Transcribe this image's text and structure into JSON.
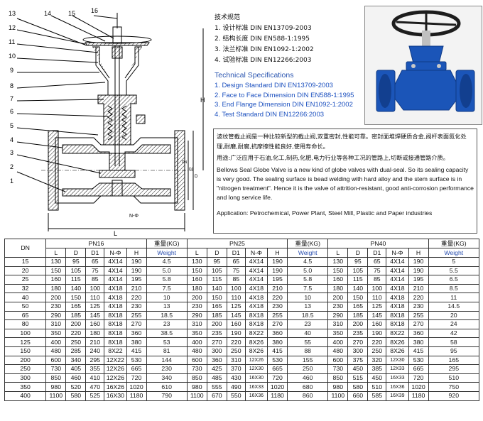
{
  "drawing": {
    "numbers": [
      "13",
      "14",
      "15",
      "16",
      "12",
      "11",
      "10",
      "9",
      "8",
      "7",
      "6",
      "5",
      "4",
      "3",
      "2",
      "1"
    ],
    "h_label": "H",
    "l_label": "L",
    "d_labels": [
      "D",
      "D1",
      "DN"
    ],
    "flange_label": "N-Φ"
  },
  "spec_cn": {
    "title": "技术规范",
    "items": [
      "1. 设计标准 DIN EN13709-2003",
      "2. 结构长度 DIN EN588-1:1995",
      "3. 法兰标准 DIN EN1092-1:2002",
      "4. 试验标准 DIN EN12266:2003"
    ]
  },
  "spec_en": {
    "title": "Technical Specifications",
    "items": [
      "1.  Design Standard DIN EN13709-2003",
      "2.  Face to Face Dimension DIN EN588-1:1995",
      "3.  End Flange Dimension DIN EN1092-1:2002",
      "4.  Test Standard DIN EN12266:2003"
    ]
  },
  "description": {
    "cn_1": "波纹管截止阀是一种比较新型的截止阀,双重密封,性能可靠。密封面堆焊硬质合金,阀杆表面氮化处理,耐磨,耐腐,抗摩擦性能良好,使用寿命长。",
    "cn_2": "用途:广泛应用于石油,化工,制药,化肥,电力行业等各种工况的管路上,切断或接通管路介质。",
    "en_1": "Bellows Seal Globe Valve is a new kind of globe valves with dual-seal. So its sealing capacity is very good. The sealing surface is bead welding with hard alloy and the stem surface is in \"nitrogen treatment\". Hence it is the valve of attrition-resistant, good anti-corrosion performance and long service life.",
    "en_2": "Application: Petrochemical, Power Plant, Steel Mill, Plastic and Paper industries"
  },
  "table": {
    "dn_label": "DN",
    "groups": [
      "PN16",
      "PN25",
      "PN40"
    ],
    "weight_cn": "重量(KG)",
    "weight_en": "Weight",
    "cols": [
      "L",
      "D",
      "D1",
      "N-Φ",
      "H"
    ],
    "rows": [
      {
        "dn": "15",
        "pn16": [
          "130",
          "95",
          "65",
          "4X14",
          "190"
        ],
        "w16": "4.5",
        "pn25": [
          "130",
          "95",
          "65",
          "4X14",
          "190"
        ],
        "w25": "4.5",
        "pn40": [
          "130",
          "95",
          "65",
          "4X14",
          "190"
        ],
        "w40": "5"
      },
      {
        "dn": "20",
        "pn16": [
          "150",
          "105",
          "75",
          "4X14",
          "190"
        ],
        "w16": "5.0",
        "pn25": [
          "150",
          "105",
          "75",
          "4X14",
          "190"
        ],
        "w25": "5.0",
        "pn40": [
          "150",
          "105",
          "75",
          "4X14",
          "190"
        ],
        "w40": "5.5"
      },
      {
        "dn": "25",
        "pn16": [
          "160",
          "115",
          "85",
          "4X14",
          "195"
        ],
        "w16": "5.8",
        "pn25": [
          "160",
          "115",
          "85",
          "4X14",
          "195"
        ],
        "w25": "5.8",
        "pn40": [
          "160",
          "115",
          "85",
          "4X14",
          "195"
        ],
        "w40": "6.5"
      },
      {
        "dn": "32",
        "pn16": [
          "180",
          "140",
          "100",
          "4X18",
          "210"
        ],
        "w16": "7.5",
        "pn25": [
          "180",
          "140",
          "100",
          "4X18",
          "210"
        ],
        "w25": "7.5",
        "pn40": [
          "180",
          "140",
          "100",
          "4X18",
          "210"
        ],
        "w40": "8.5"
      },
      {
        "dn": "40",
        "pn16": [
          "200",
          "150",
          "110",
          "4X18",
          "220"
        ],
        "w16": "10",
        "pn25": [
          "200",
          "150",
          "110",
          "4X18",
          "220"
        ],
        "w25": "10",
        "pn40": [
          "200",
          "150",
          "110",
          "4X18",
          "220"
        ],
        "w40": "11"
      },
      {
        "dn": "50",
        "pn16": [
          "230",
          "165",
          "125",
          "4X18",
          "230"
        ],
        "w16": "13",
        "pn25": [
          "230",
          "165",
          "125",
          "4X18",
          "230"
        ],
        "w25": "13",
        "pn40": [
          "230",
          "165",
          "125",
          "4X18",
          "230"
        ],
        "w40": "14.5"
      },
      {
        "dn": "65",
        "pn16": [
          "290",
          "185",
          "145",
          "8X18",
          "255"
        ],
        "w16": "18.5",
        "pn25": [
          "290",
          "185",
          "145",
          "8X18",
          "255"
        ],
        "w25": "18.5",
        "pn40": [
          "290",
          "185",
          "145",
          "8X18",
          "255"
        ],
        "w40": "20"
      },
      {
        "dn": "80",
        "pn16": [
          "310",
          "200",
          "160",
          "8X18",
          "270"
        ],
        "w16": "23",
        "pn25": [
          "310",
          "200",
          "160",
          "8X18",
          "270"
        ],
        "w25": "23",
        "pn40": [
          "310",
          "200",
          "160",
          "8X18",
          "270"
        ],
        "w40": "24"
      },
      {
        "dn": "100",
        "pn16": [
          "350",
          "220",
          "180",
          "8X18",
          "360"
        ],
        "w16": "38.5",
        "pn25": [
          "350",
          "235",
          "190",
          "8X22",
          "360"
        ],
        "w25": "40",
        "pn40": [
          "350",
          "235",
          "190",
          "8X22",
          "360"
        ],
        "w40": "42"
      },
      {
        "dn": "125",
        "pn16": [
          "400",
          "250",
          "210",
          "8X18",
          "380"
        ],
        "w16": "53",
        "pn25": [
          "400",
          "270",
          "220",
          "8X26",
          "380"
        ],
        "w25": "55",
        "pn40": [
          "400",
          "270",
          "220",
          "8X26",
          "380"
        ],
        "w40": "58"
      },
      {
        "dn": "150",
        "pn16": [
          "480",
          "285",
          "240",
          "8X22",
          "415"
        ],
        "w16": "81",
        "pn25": [
          "480",
          "300",
          "250",
          "8X26",
          "415"
        ],
        "w25": "88",
        "pn40": [
          "480",
          "300",
          "250",
          "8X26",
          "415"
        ],
        "w40": "95"
      },
      {
        "dn": "200",
        "pn16": [
          "600",
          "340",
          "295",
          "12X22",
          "530"
        ],
        "w16": "144",
        "pn25": [
          "600",
          "360",
          "310",
          "12X26",
          "530"
        ],
        "w25": "155",
        "pn40": [
          "600",
          "375",
          "320",
          "12X30",
          "530"
        ],
        "w40": "165"
      },
      {
        "dn": "250",
        "pn16": [
          "730",
          "405",
          "355",
          "12X26",
          "665"
        ],
        "w16": "230",
        "pn25": [
          "730",
          "425",
          "370",
          "12X30",
          "665"
        ],
        "w25": "250",
        "pn40": [
          "730",
          "450",
          "385",
          "12X33",
          "665"
        ],
        "w40": "295"
      },
      {
        "dn": "300",
        "pn16": [
          "850",
          "460",
          "410",
          "12X26",
          "720"
        ],
        "w16": "340",
        "pn25": [
          "850",
          "485",
          "430",
          "16X30",
          "720"
        ],
        "w25": "460",
        "pn40": [
          "850",
          "515",
          "450",
          "16X33",
          "720"
        ],
        "w40": "510"
      },
      {
        "dn": "350",
        "pn16": [
          "980",
          "520",
          "470",
          "16X26",
          "1020"
        ],
        "w16": "610",
        "pn25": [
          "980",
          "555",
          "490",
          "16X33",
          "1020"
        ],
        "w25": "680",
        "pn40": [
          "980",
          "580",
          "510",
          "16X36",
          "1020"
        ],
        "w40": "750"
      },
      {
        "dn": "400",
        "pn16": [
          "1100",
          "580",
          "525",
          "16X30",
          "1180"
        ],
        "w16": "790",
        "pn25": [
          "1100",
          "670",
          "550",
          "16X36",
          "1180"
        ],
        "w25": "860",
        "pn40": [
          "1100",
          "660",
          "585",
          "16X39",
          "1180"
        ],
        "w40": "920"
      }
    ]
  },
  "colors": {
    "valve_blue": "#1b55b8",
    "link_blue": "#1a4fbf",
    "hatch": "#000000"
  }
}
